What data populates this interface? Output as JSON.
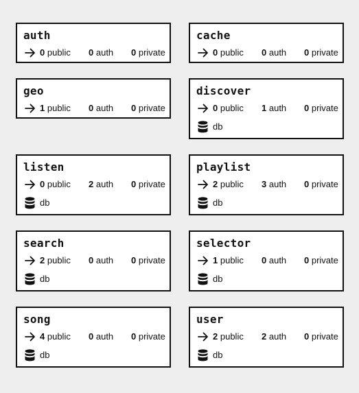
{
  "services": [
    {
      "name": "auth",
      "public": 0,
      "auth": 0,
      "private": 0,
      "db": ""
    },
    {
      "name": "cache",
      "public": 0,
      "auth": 0,
      "private": 0,
      "db": ""
    },
    {
      "name": "geo",
      "public": 1,
      "auth": 0,
      "private": 0,
      "db": ""
    },
    {
      "name": "discover",
      "public": 0,
      "auth": 1,
      "private": 0,
      "db": "db"
    },
    {
      "name": "listen",
      "public": 0,
      "auth": 2,
      "private": 0,
      "db": "db"
    },
    {
      "name": "playlist",
      "public": 2,
      "auth": 3,
      "private": 0,
      "db": "db"
    },
    {
      "name": "search",
      "public": 2,
      "auth": 0,
      "private": 0,
      "db": "db"
    },
    {
      "name": "selector",
      "public": 1,
      "auth": 0,
      "private": 0,
      "db": "db"
    },
    {
      "name": "song",
      "public": 4,
      "auth": 0,
      "private": 0,
      "db": "db"
    },
    {
      "name": "user",
      "public": 2,
      "auth": 2,
      "private": 0,
      "db": "db"
    }
  ],
  "labels": {
    "public": "public",
    "auth": "auth",
    "private": "private"
  },
  "icons": {
    "arrow": "arrow-right-icon",
    "database": "database-icon"
  },
  "colors": {
    "background": "#eeeeee",
    "card": "#ffffff",
    "ink": "#111111"
  }
}
